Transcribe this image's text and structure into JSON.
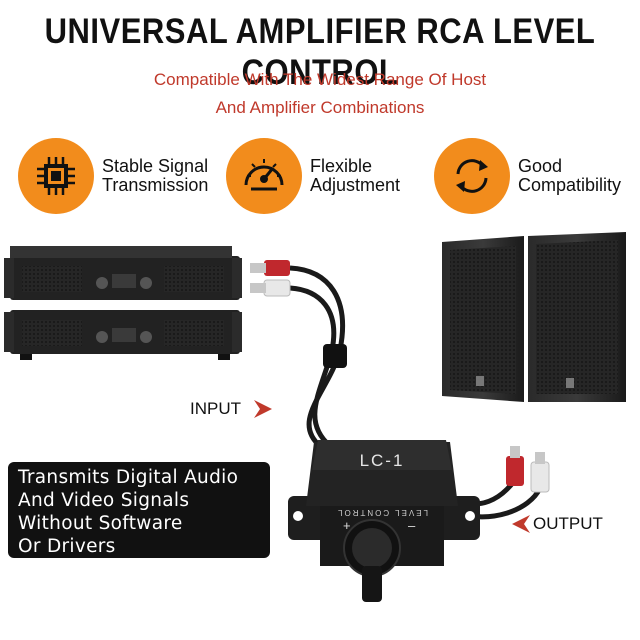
{
  "title": "UNIVERSAL AMPLIFIER RCA LEVEL CONTROL",
  "subtitle": [
    "Compatible With The Widest Range Of Host",
    "And Amplifier Combinations"
  ],
  "features": [
    {
      "icon": "chip-icon",
      "lines": [
        "Stable Signal",
        "Transmission"
      ]
    },
    {
      "icon": "gauge-icon",
      "lines": [
        "Flexible",
        "Adjustment"
      ]
    },
    {
      "icon": "sync-arrows-icon",
      "lines": [
        "Good",
        "Compatibility"
      ]
    }
  ],
  "description_lines": [
    "Transmits Digital Audio",
    "And Video Signals",
    "Without Software",
    "Or Drivers"
  ],
  "labels": {
    "input": "INPUT",
    "output": "OUTPUT"
  },
  "device": {
    "model": "LC-1",
    "panel_text": "LEVEL CONTROL",
    "plus": "+",
    "minus": "–"
  },
  "colors": {
    "accent": "#f28c1c",
    "subtitle": "#c0392b",
    "arrow": "#c0392b",
    "device": "#1b1b1b"
  }
}
